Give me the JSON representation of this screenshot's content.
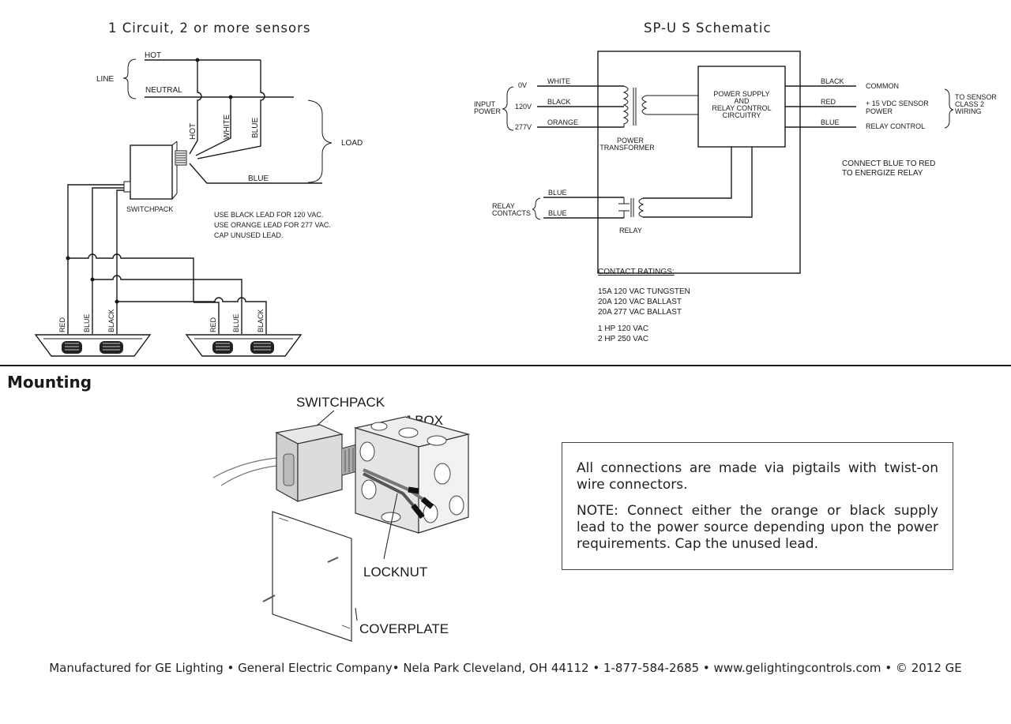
{
  "left_diagram": {
    "title": "1 Circuit, 2 or more sensors",
    "hot": "HOT",
    "line": "LINE",
    "neutral": "NEUTRAL",
    "load": "LOAD",
    "hot_wire": "HOT",
    "white_wire": "WHITE",
    "blue_wire": "BLUE",
    "blue_bottom": "BLUE",
    "switchpack": "SWITCHPACK",
    "note_lines": [
      "USE BLACK LEAD FOR 120 VAC.",
      "USE ORANGE LEAD FOR 277 VAC.",
      "CAP UNUSED LEAD."
    ],
    "sensor_leads": [
      "RED",
      "BLUE",
      "BLACK"
    ]
  },
  "right_diagram": {
    "title": "SP-U S Schematic",
    "input_power": [
      "INPUT",
      "POWER"
    ],
    "taps": [
      "0V",
      "120V",
      "277V"
    ],
    "input_wires": [
      "WHITE",
      "BLACK",
      "ORANGE"
    ],
    "transformer": [
      "POWER",
      "TRANSFORMER"
    ],
    "power_supply": [
      "POWER SUPPLY",
      "AND",
      "RELAY CONTROL",
      "CIRCUITRY"
    ],
    "output_wires": [
      "BLACK",
      "RED",
      "BLUE"
    ],
    "outputs": [
      "COMMON",
      "+ 15 VDC SENSOR",
      "POWER",
      "RELAY CONTROL"
    ],
    "to_sensor": [
      "TO SENSOR",
      "CLASS 2",
      "WIRING"
    ],
    "connect_note": [
      "CONNECT BLUE TO RED",
      "TO ENERGIZE RELAY"
    ],
    "relay_contacts": [
      "RELAY",
      "CONTACTS"
    ],
    "relay_wires": [
      "BLUE",
      "BLUE"
    ],
    "relay": "RELAY",
    "contact_ratings_heading": "CONTACT RATINGS:",
    "ratings": [
      "15A 120 VAC TUNGSTEN",
      "20A 120 VAC BALLAST",
      "20A 277 VAC BALLAST"
    ],
    "hp_ratings": [
      "1 HP 120 VAC",
      "2 HP 250 VAC"
    ]
  },
  "mounting": {
    "heading": "Mounting",
    "labels": {
      "switchpack": "SWITCHPACK",
      "jbox": "J BOX",
      "locknut": "LOCKNUT",
      "coverplate": "COVERPLATE"
    },
    "note1": "All connections are made via pigtails with twist-on wire connectors.",
    "note2": "NOTE: Connect either the orange or black supply lead to the power source depending upon the power requirements. Cap the unused lead."
  },
  "footer": "Manufactured for GE Lighting • General Electric Company• Nela Park Cleveland, OH 44112 • 1-877-584-2685 • www.gelightingcontrols.com • © 2012 GE"
}
